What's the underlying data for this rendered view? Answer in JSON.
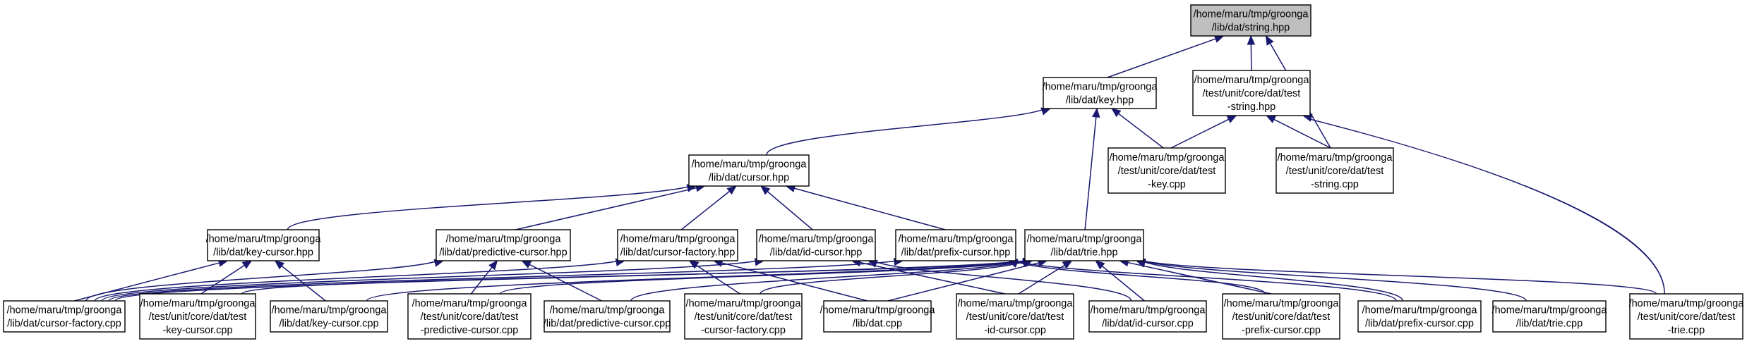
{
  "colors": {
    "edge": "#191970",
    "root_fill": "#bfbfbf",
    "node_fill": "#ffffff",
    "node_border": "#000000"
  },
  "graph": {
    "nodes": [
      {
        "id": "n0",
        "lines": [
          "/home/maru/tmp/groonga",
          "/lib/dat/string.hpp"
        ],
        "root": true
      },
      {
        "id": "n1",
        "lines": [
          "/home/maru/tmp/groonga",
          "/lib/dat/key.hpp"
        ]
      },
      {
        "id": "n2",
        "lines": [
          "/home/maru/tmp/groonga",
          "/test/unit/core/dat/test",
          "-string.hpp"
        ]
      },
      {
        "id": "n3",
        "lines": [
          "/home/maru/tmp/groonga",
          "/lib/dat/cursor.hpp"
        ]
      },
      {
        "id": "n4",
        "lines": [
          "/home/maru/tmp/groonga",
          "/test/unit/core/dat/test",
          "-key.cpp"
        ]
      },
      {
        "id": "n5",
        "lines": [
          "/home/maru/tmp/groonga",
          "/test/unit/core/dat/test",
          "-string.cpp"
        ]
      },
      {
        "id": "n6",
        "lines": [
          "/home/maru/tmp/groonga",
          "/lib/dat/key-cursor.hpp"
        ]
      },
      {
        "id": "n7",
        "lines": [
          "/home/maru/tmp/groonga",
          "/lib/dat/predictive-cursor.hpp"
        ]
      },
      {
        "id": "n8",
        "lines": [
          "/home/maru/tmp/groonga",
          "/lib/dat/cursor-factory.hpp"
        ]
      },
      {
        "id": "n9",
        "lines": [
          "/home/maru/tmp/groonga",
          "/lib/dat/id-cursor.hpp"
        ]
      },
      {
        "id": "n10",
        "lines": [
          "/home/maru/tmp/groonga",
          "/lib/dat/prefix-cursor.hpp"
        ]
      },
      {
        "id": "n11",
        "lines": [
          "/home/maru/tmp/groonga",
          "/lib/dat/trie.hpp"
        ]
      },
      {
        "id": "n12",
        "lines": [
          "/home/maru/tmp/groonga",
          "/lib/dat/cursor-factory.cpp"
        ]
      },
      {
        "id": "n13",
        "lines": [
          "/home/maru/tmp/groonga",
          "/test/unit/core/dat/test",
          "-key-cursor.cpp"
        ]
      },
      {
        "id": "n14",
        "lines": [
          "/home/maru/tmp/groonga",
          "/lib/dat/key-cursor.cpp"
        ]
      },
      {
        "id": "n15",
        "lines": [
          "/home/maru/tmp/groonga",
          "/test/unit/core/dat/test",
          "-predictive-cursor.cpp"
        ]
      },
      {
        "id": "n16",
        "lines": [
          "/home/maru/tmp/groonga",
          "/lib/dat/predictive-cursor.cpp"
        ]
      },
      {
        "id": "n17",
        "lines": [
          "/home/maru/tmp/groonga",
          "/test/unit/core/dat/test",
          "-cursor-factory.cpp"
        ]
      },
      {
        "id": "n18",
        "lines": [
          "/home/maru/tmp/groonga",
          "/lib/dat.cpp"
        ]
      },
      {
        "id": "n19",
        "lines": [
          "/home/maru/tmp/groonga",
          "/test/unit/core/dat/test",
          "-id-cursor.cpp"
        ]
      },
      {
        "id": "n20",
        "lines": [
          "/home/maru/tmp/groonga",
          "/lib/dat/id-cursor.cpp"
        ]
      },
      {
        "id": "n21",
        "lines": [
          "/home/maru/tmp/groonga",
          "/test/unit/core/dat/test",
          "-prefix-cursor.cpp"
        ]
      },
      {
        "id": "n22",
        "lines": [
          "/home/maru/tmp/groonga",
          "/lib/dat/prefix-cursor.cpp"
        ]
      },
      {
        "id": "n23",
        "lines": [
          "/home/maru/tmp/groonga",
          "/lib/dat/trie.cpp"
        ]
      },
      {
        "id": "n24",
        "lines": [
          "/home/maru/tmp/groonga",
          "/test/unit/core/dat/test",
          "-trie.cpp"
        ]
      }
    ],
    "edges": [
      {
        "from": "n1",
        "to": "n0"
      },
      {
        "from": "n2",
        "to": "n0"
      },
      {
        "from": "n5",
        "to": "n0"
      },
      {
        "from": "n3",
        "to": "n1"
      },
      {
        "from": "n4",
        "to": "n1"
      },
      {
        "from": "n11",
        "to": "n1"
      },
      {
        "from": "n4",
        "to": "n2"
      },
      {
        "from": "n5",
        "to": "n2"
      },
      {
        "from": "n24",
        "to": "n2"
      },
      {
        "from": "n6",
        "to": "n3"
      },
      {
        "from": "n7",
        "to": "n3"
      },
      {
        "from": "n8",
        "to": "n3"
      },
      {
        "from": "n9",
        "to": "n3"
      },
      {
        "from": "n10",
        "to": "n3"
      },
      {
        "from": "n12",
        "to": "n6"
      },
      {
        "from": "n13",
        "to": "n6"
      },
      {
        "from": "n14",
        "to": "n6"
      },
      {
        "from": "n12",
        "to": "n7"
      },
      {
        "from": "n15",
        "to": "n7"
      },
      {
        "from": "n16",
        "to": "n7"
      },
      {
        "from": "n12",
        "to": "n8"
      },
      {
        "from": "n17",
        "to": "n8"
      },
      {
        "from": "n18",
        "to": "n8"
      },
      {
        "from": "n12",
        "to": "n9"
      },
      {
        "from": "n19",
        "to": "n9"
      },
      {
        "from": "n20",
        "to": "n9"
      },
      {
        "from": "n12",
        "to": "n10"
      },
      {
        "from": "n21",
        "to": "n10"
      },
      {
        "from": "n22",
        "to": "n10"
      },
      {
        "from": "n12",
        "to": "n11"
      },
      {
        "from": "n13",
        "to": "n11"
      },
      {
        "from": "n14",
        "to": "n11"
      },
      {
        "from": "n15",
        "to": "n11"
      },
      {
        "from": "n16",
        "to": "n11"
      },
      {
        "from": "n17",
        "to": "n11"
      },
      {
        "from": "n18",
        "to": "n11"
      },
      {
        "from": "n19",
        "to": "n11"
      },
      {
        "from": "n20",
        "to": "n11"
      },
      {
        "from": "n21",
        "to": "n11"
      },
      {
        "from": "n22",
        "to": "n11"
      },
      {
        "from": "n23",
        "to": "n11"
      },
      {
        "from": "n24",
        "to": "n11"
      }
    ]
  }
}
